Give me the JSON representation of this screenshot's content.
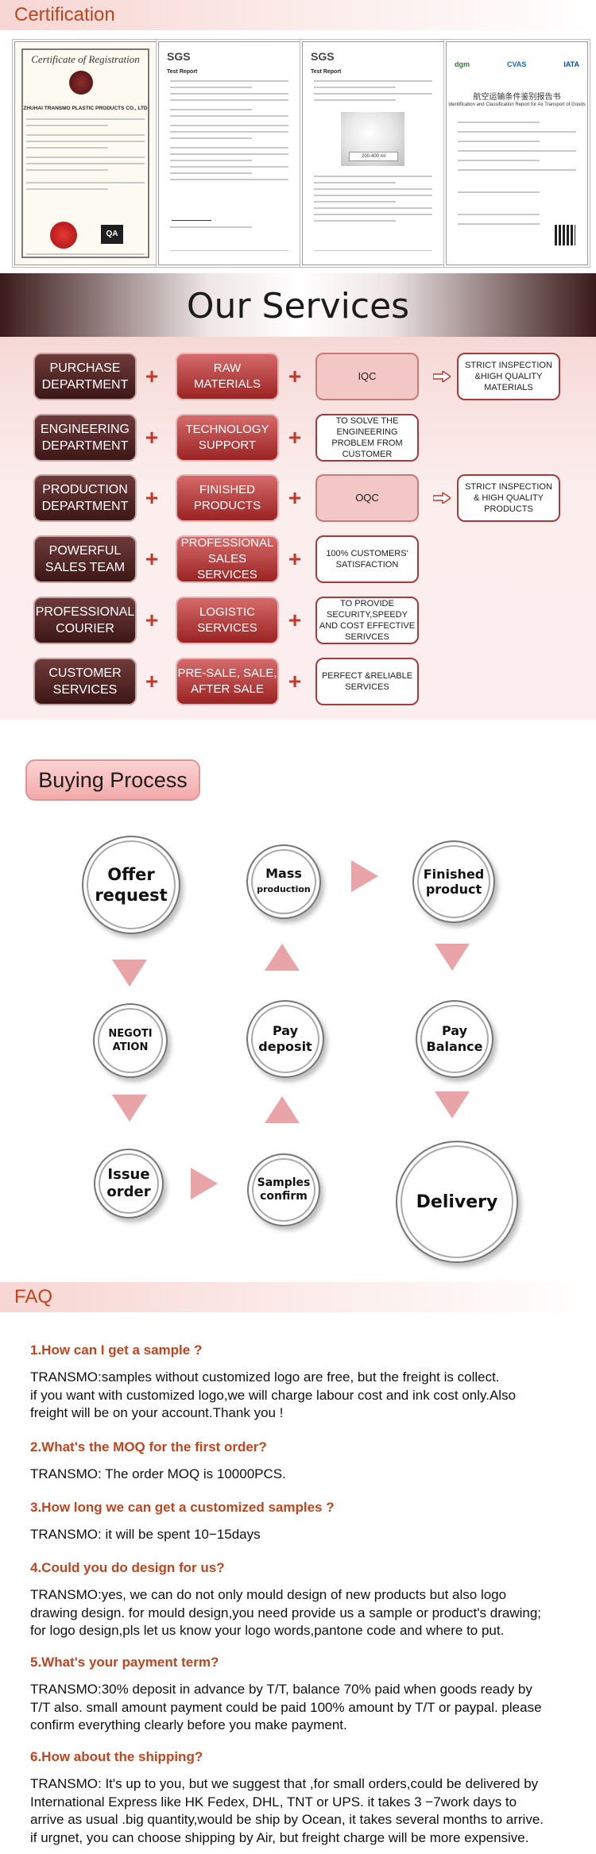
{
  "certification": {
    "header": "Certification",
    "cert1": {
      "title": "Certificate of Registration",
      "company": "ZHUHAI TRANSMO PLASTIC PRODUCTS CO., LTD",
      "mark": "QA"
    },
    "cert2": {
      "brand": "SGS",
      "doc": "Test Report"
    },
    "cert3": {
      "brand": "SGS",
      "doc": "Test Report",
      "sample_label": "200-400 ml"
    },
    "cert4": {
      "logos": [
        "dgm",
        "CVAS",
        "IATA"
      ],
      "cn_title": "航空运输条件鉴别报告书",
      "en_subtitle": "Identification and Classification Report for Air Transport of Goods"
    }
  },
  "services": {
    "banner": "Our Services",
    "rows": [
      {
        "dept": [
          "PURCHASE",
          "DEPARTMENT"
        ],
        "mid": [
          "RAW",
          "MATERIALS"
        ],
        "result": [
          "IQC"
        ],
        "result_style": "pink",
        "extra": [
          "STRICT INSPECTION",
          "&HIGH QUALITY",
          "MATERIALS"
        ]
      },
      {
        "dept": [
          "ENGINEERING",
          "DEPARTMENT"
        ],
        "mid": [
          "TECHNOLOGY",
          "SUPPORT"
        ],
        "result": [
          "TO SOLVE THE",
          "ENGINEERING",
          "PROBLEM FROM",
          "CUSTOMER"
        ],
        "result_style": "white",
        "extra": []
      },
      {
        "dept": [
          "PRODUCTION",
          "DEPARTMENT"
        ],
        "mid": [
          "FINISHED",
          "PRODUCTS"
        ],
        "result": [
          "OQC"
        ],
        "result_style": "pink",
        "extra": [
          "STRICT INSPECTION",
          "& HIGH QUALITY",
          "PRODUCTS"
        ]
      },
      {
        "dept": [
          "POWERFUL",
          "SALES TEAM"
        ],
        "mid": [
          "PROFESSIONAL",
          "SALES SERVICES"
        ],
        "result": [
          "100% CUSTOMERS'",
          "SATISFACTION"
        ],
        "result_style": "white",
        "extra": []
      },
      {
        "dept": [
          "PROFESSIONAL",
          "COURIER"
        ],
        "mid": [
          "LOGISTIC",
          "SERVICES"
        ],
        "result": [
          "TO PROVIDE",
          "SECURITY,SPEEDY",
          "AND COST EFFECTIVE",
          "SERIVCES"
        ],
        "result_style": "white",
        "extra": []
      },
      {
        "dept": [
          "CUSTOMER",
          "SERVICES"
        ],
        "mid": [
          "PRE-SALE, SALE,",
          "AFTER SALE"
        ],
        "result": [
          "PERFECT  &RELIABLE",
          "SERVICES"
        ],
        "result_style": "white",
        "extra": []
      }
    ]
  },
  "buying_process": {
    "title": "Buying Process",
    "steps": {
      "offer": [
        "Offer",
        "request"
      ],
      "mass": [
        "Mass",
        "production"
      ],
      "finished": [
        "Finished",
        "product"
      ],
      "negotiation": [
        "NEGOTI",
        "ATION"
      ],
      "pay_deposit": [
        "Pay",
        "deposit"
      ],
      "pay_balance": [
        "Pay",
        "Balance"
      ],
      "issue": [
        "Issue",
        "order"
      ],
      "samples": [
        "Samples",
        "confirm"
      ],
      "delivery": [
        "Delivery"
      ]
    }
  },
  "faq": {
    "header": "FAQ",
    "items": [
      {
        "q": "1.How can I get a sample ?",
        "a": [
          "TRANSMO:samples without customized logo are free, but the freight is collect.",
          "if you want with customized logo,we will charge labour cost and ink cost only.Also",
          "freight will be on your account.Thank you !"
        ]
      },
      {
        "q": "2.What's the MOQ for the first order?",
        "a": [
          "TRANSMO: The order MOQ is 10000PCS."
        ]
      },
      {
        "q": "3.How long we can get a customized samples ?",
        "a": [
          "TRANSMO: it will be spent 10−15days"
        ]
      },
      {
        "q": "4.Could you do design for us?",
        "a": [
          "TRANSMO:yes, we can do not only mould design of new products but also logo",
          "drawing design. for mould design,you need provide us a sample or product's drawing;",
          "for logo design,pls let us know your logo words,pantone code and where to put."
        ]
      },
      {
        "q": "5.What's your payment term?",
        "a": [
          "TRANSMO:30% deposit in advance by T/T, balance 70% paid when goods ready by",
          "T/T also. small amount payment could be paid 100% amount by T/T or paypal. please",
          "confirm everything clearly before you make payment."
        ]
      },
      {
        "q": "6.How about the shipping?",
        "a": [
          "TRANSMO: It's up to you, but we suggest that ,for small orders,could be delivered by",
          "International Express like HK Fedex, DHL, TNT or UPS. it takes 3 −7work days to",
          "arrive as usual .big quantity,would be ship by Ocean, it takes several months to arrive.",
          "if urgnet, you can choose shipping by Air, but freight charge will be more expensive."
        ]
      }
    ]
  }
}
